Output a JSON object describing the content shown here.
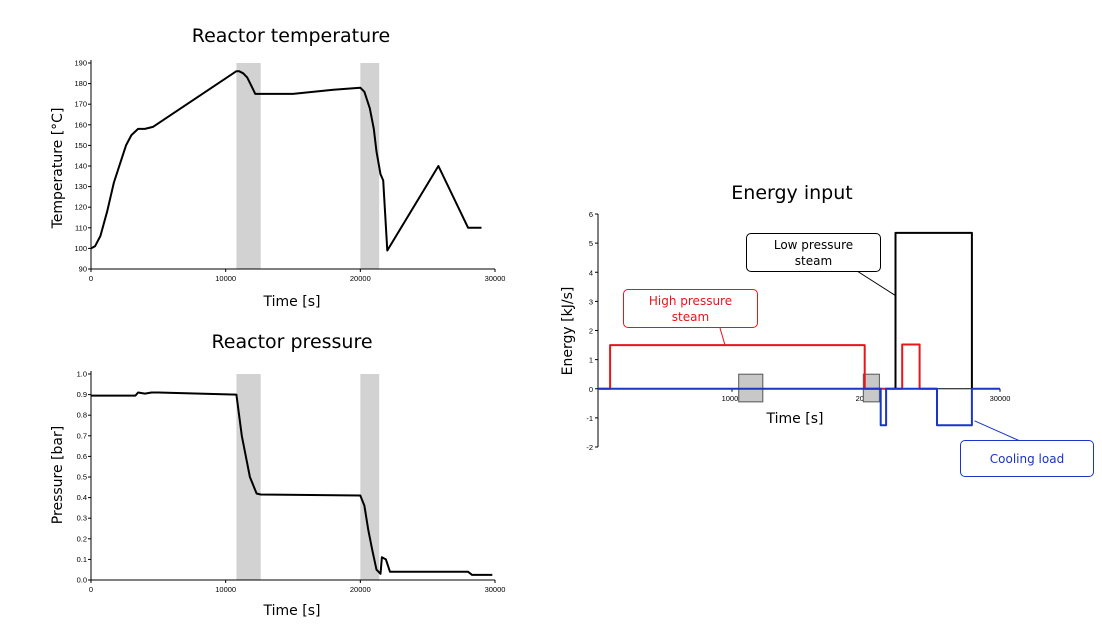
{
  "chart_data": [
    {
      "type": "line",
      "title": "Reactor temperature",
      "xlabel": "Time [s]",
      "ylabel": "Temperature [°C]",
      "xlim": [
        0,
        30000
      ],
      "ylim": [
        90,
        190
      ],
      "xticks": [
        "0",
        "10000",
        "20000",
        "30000"
      ],
      "yticks": [
        "90",
        "100",
        "110",
        "120",
        "130",
        "140",
        "150",
        "160",
        "170",
        "180",
        "190"
      ],
      "shaded_x_ranges": [
        [
          10800,
          12600
        ],
        [
          20000,
          21400
        ]
      ],
      "series": [
        {
          "x": [
            0,
            300,
            700,
            1200,
            1700,
            2200,
            2600,
            3000,
            3500,
            4000,
            4600,
            10800,
            11000,
            11300,
            11600,
            11900,
            12200,
            12600,
            15000,
            18000,
            20000,
            20300,
            20700,
            21000,
            21200,
            21500,
            21700,
            22000,
            25800,
            28000,
            29000
          ],
          "y": [
            100,
            101,
            106,
            118,
            132,
            142,
            150,
            155,
            158,
            158,
            159,
            186,
            186,
            185,
            183,
            179,
            175,
            175,
            175,
            177,
            178,
            176,
            168,
            158,
            147,
            136,
            133,
            99,
            140,
            110,
            110
          ]
        }
      ]
    },
    {
      "type": "line",
      "title": "Reactor pressure",
      "xlabel": "Time [s]",
      "ylabel": "Pressure [bar]",
      "xlim": [
        0,
        30000
      ],
      "ylim": [
        0,
        1.0
      ],
      "xticks": [
        "0",
        "10000",
        "20000",
        "30000"
      ],
      "yticks": [
        "0.0",
        "0.1",
        "0.2",
        "0.3",
        "0.4",
        "0.5",
        "0.6",
        "0.7",
        "0.8",
        "0.9",
        "1.0"
      ],
      "shaded_x_ranges": [
        [
          10800,
          12600
        ],
        [
          20000,
          21400
        ]
      ],
      "series": [
        {
          "x": [
            0,
            3300,
            3500,
            4000,
            4500,
            5000,
            10800,
            11200,
            11800,
            12300,
            12600,
            20000,
            20300,
            20600,
            20900,
            21200,
            21500,
            21600,
            21900,
            22200,
            22500,
            28000,
            28300,
            29800
          ],
          "y": [
            0.895,
            0.895,
            0.91,
            0.905,
            0.91,
            0.91,
            0.9,
            0.7,
            0.5,
            0.42,
            0.415,
            0.41,
            0.36,
            0.24,
            0.14,
            0.05,
            0.03,
            0.11,
            0.1,
            0.04,
            0.04,
            0.04,
            0.025,
            0.025
          ]
        }
      ]
    },
    {
      "type": "line",
      "title": "Energy input",
      "xlabel": "Time [s]",
      "ylabel": "Energy  [kJ/s]",
      "xlim": [
        0,
        30000
      ],
      "ylim": [
        -2,
        6
      ],
      "xticks": [
        "10000",
        "20000",
        "30000"
      ],
      "yticks": [
        "6",
        "5",
        "4",
        "3",
        "2",
        "1",
        "0",
        "-1",
        "-2"
      ],
      "series": [
        {
          "name": "High pressure steam",
          "color": "#e8161a",
          "x": [
            0,
            900,
            900,
            19900,
            19900,
            22700,
            22700,
            24000,
            24000,
            25300
          ],
          "y": [
            0,
            0,
            1.5,
            1.5,
            0,
            0,
            1.52,
            1.52,
            0,
            0
          ]
        },
        {
          "name": "Low pressure steam",
          "color": "#000000",
          "x": [
            22200,
            22200,
            27900,
            27900
          ],
          "y": [
            0,
            5.35,
            5.35,
            0
          ]
        },
        {
          "name": "Cooling load",
          "color": "#1a35c8",
          "x": [
            0,
            21100,
            21100,
            21500,
            21500,
            25300,
            25300,
            27900,
            27900,
            30000
          ],
          "y": [
            0,
            0,
            -1.25,
            -1.25,
            0,
            0,
            -1.25,
            -1.25,
            0,
            0
          ]
        }
      ],
      "annotations": [
        "Low pressure\nsteam",
        "High pressure\nsteam",
        "Cooling load"
      ],
      "grey_markers": [
        [
          10500,
          12300
        ],
        [
          19800,
          21000
        ]
      ]
    }
  ],
  "colors": {
    "shade": "#d2d2d2",
    "high_pressure": "#e8161a",
    "low_pressure": "#000000",
    "cooling": "#1a35c8"
  }
}
